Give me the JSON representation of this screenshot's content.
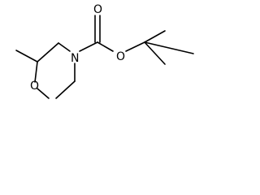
{
  "molecule": {
    "atoms": {
      "ring_oxygen": "O",
      "nitrogen": "N",
      "carbonyl_oxygen": "O",
      "ester_oxygen": "O"
    }
  },
  "colors": {
    "bond": "#000000",
    "label": "#000000",
    "background": "#ffffff"
  }
}
